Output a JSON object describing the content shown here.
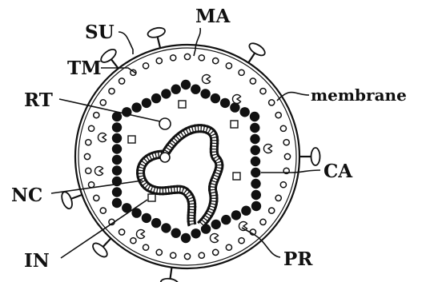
{
  "labels": {
    "su": "SU",
    "ma": "MA",
    "tm": "TM",
    "membrane": "membrane",
    "rt": "RT",
    "ca": "CA",
    "nc": "NC",
    "in": "IN",
    "pr": "PR"
  },
  "colors": {
    "ink": "#111111",
    "background": "#ffffff"
  }
}
